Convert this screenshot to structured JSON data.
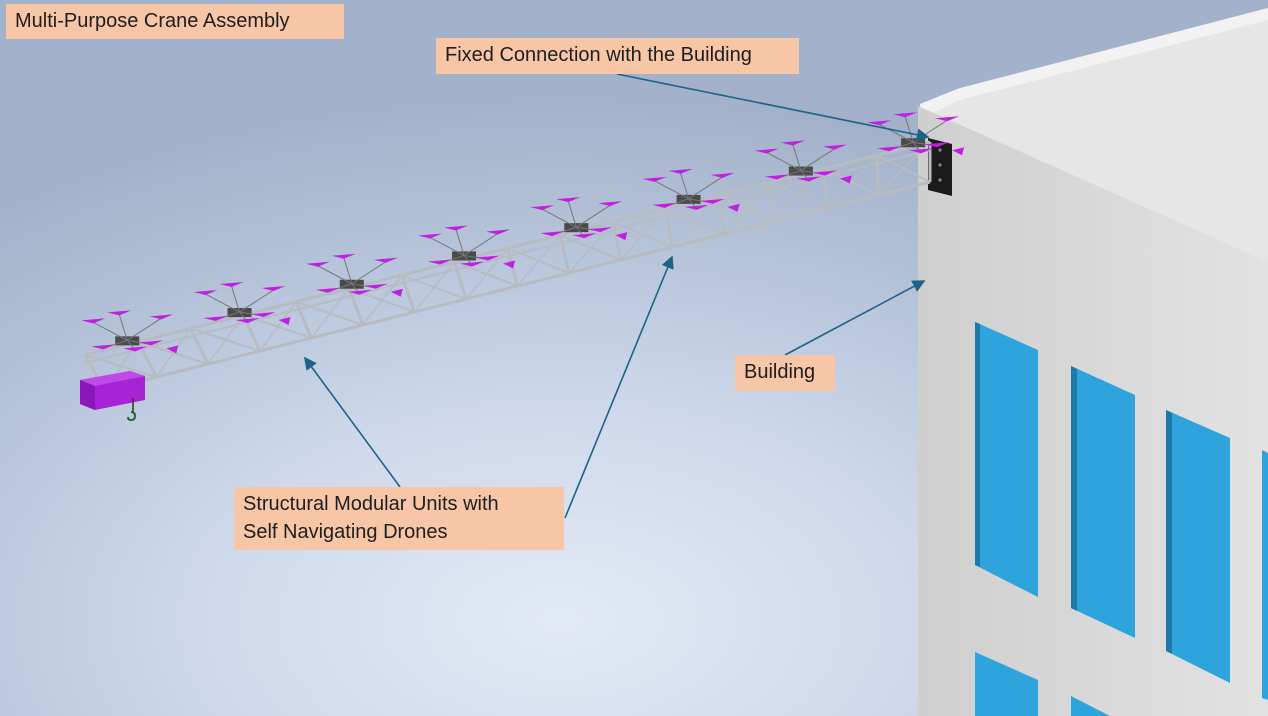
{
  "labels": {
    "title": "Multi-Purpose Crane Assembly",
    "fixed_connection": "Fixed Connection with the Building",
    "building": "Building",
    "modules_line1": "Structural Modular Units with",
    "modules_line2": "Self Navigating Drones"
  },
  "colors": {
    "callout_fill": "#f7c6a7",
    "leader_line": "#1c6386",
    "drone_accent": "#c21fe3",
    "truss_steel": "#b7bcc2",
    "building_wall": "#d6d6d6",
    "window_blue": "#2fa3dc"
  },
  "icons": [
    "crane-hook-icon",
    "drone-rotor-icon",
    "mounting-bracket-icon"
  ]
}
